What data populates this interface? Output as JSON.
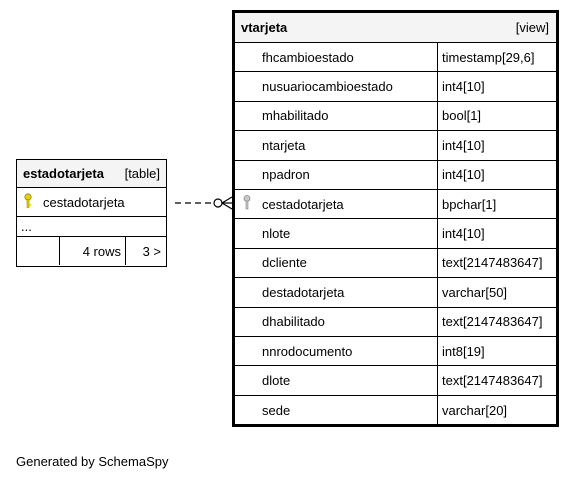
{
  "left_table": {
    "name": "estadotarjeta",
    "kind": "[table]",
    "key_column": "cestadotarjeta",
    "ellipsis": "...",
    "rows_label": "4 rows",
    "children_label": "3 >"
  },
  "view": {
    "name": "vtarjeta",
    "kind": "[view]",
    "columns": [
      {
        "name": "fhcambioestado",
        "type": "timestamp[29,6]"
      },
      {
        "name": "nusuariocambioestado",
        "type": "int4[10]"
      },
      {
        "name": "mhabilitado",
        "type": "bool[1]"
      },
      {
        "name": "ntarjeta",
        "type": "int4[10]"
      },
      {
        "name": "npadron",
        "type": "int4[10]"
      },
      {
        "name": "cestadotarjeta",
        "type": "bpchar[1]"
      },
      {
        "name": "nlote",
        "type": "int4[10]"
      },
      {
        "name": "dcliente",
        "type": "text[2147483647]"
      },
      {
        "name": "destadotarjeta",
        "type": "varchar[50]"
      },
      {
        "name": "dhabilitado",
        "type": "text[2147483647]"
      },
      {
        "name": "nnrodocumento",
        "type": "int8[19]"
      },
      {
        "name": "dlote",
        "type": "text[2147483647]"
      },
      {
        "name": "sede",
        "type": "varchar[20]"
      }
    ]
  },
  "footer": "Generated by SchemaSpy",
  "colors": {
    "primary_key": "#e6d000",
    "foreign_key": "#b0b0b0"
  }
}
